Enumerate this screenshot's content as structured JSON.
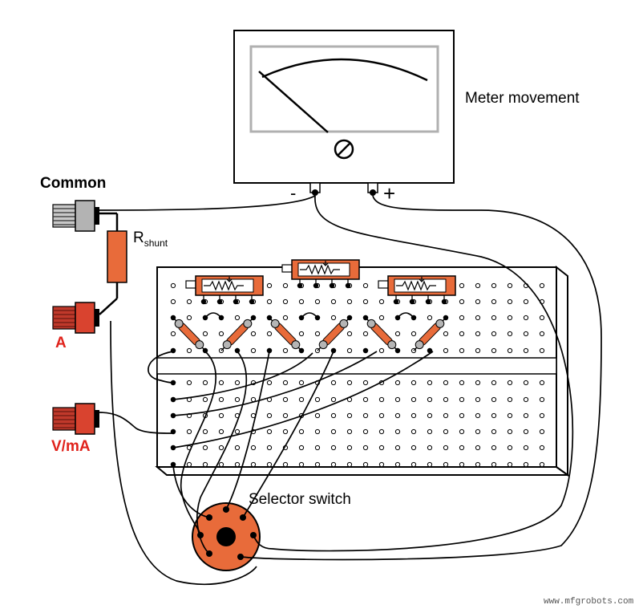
{
  "labels": {
    "meter_movement": "Meter movement",
    "common": "Common",
    "r_main": "R",
    "r_sub": "shunt",
    "amp": "A",
    "volt_ma": "V/mA",
    "selector_switch": "Selector switch",
    "minus": "-",
    "plus": "+"
  },
  "watermark": "www.mfgrobots.com",
  "colors": {
    "resistor": "#e86b3a",
    "jack_red": "#c0392b",
    "label_red": "#e0231c",
    "meter_face": "#b0b0b0"
  },
  "icons": [
    "meter-zero-adjust-icon",
    "potentiometer-icon",
    "resistor-icon"
  ]
}
